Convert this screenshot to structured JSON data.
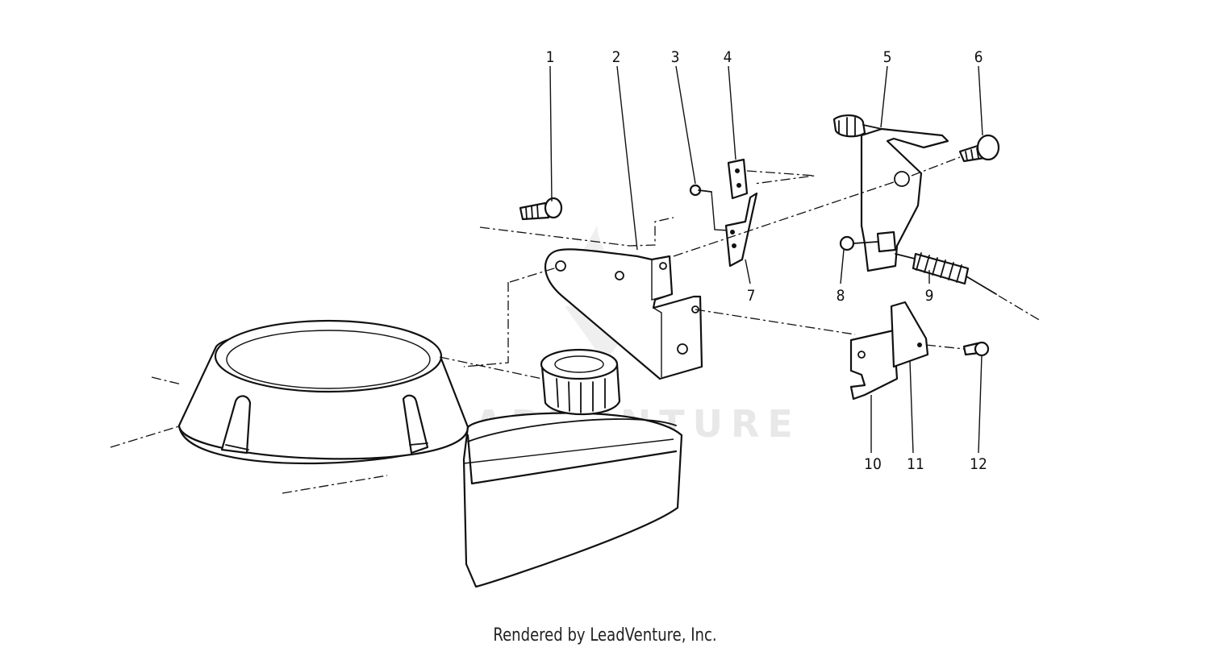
{
  "watermark_text": "LEADVENTURE",
  "credit_text": "Rendered by LeadVenture, Inc.",
  "callouts": [
    {
      "id": "1",
      "label": "1"
    },
    {
      "id": "2",
      "label": "2"
    },
    {
      "id": "3",
      "label": "3"
    },
    {
      "id": "4",
      "label": "4"
    },
    {
      "id": "5",
      "label": "5"
    },
    {
      "id": "6",
      "label": "6"
    },
    {
      "id": "7",
      "label": "7"
    },
    {
      "id": "8",
      "label": "8"
    },
    {
      "id": "9",
      "label": "9"
    },
    {
      "id": "10",
      "label": "10"
    },
    {
      "id": "11",
      "label": "11"
    },
    {
      "id": "12",
      "label": "12"
    }
  ],
  "colors": {
    "ink": "#111111",
    "background": "#ffffff",
    "watermark": "#e6e6e6"
  }
}
